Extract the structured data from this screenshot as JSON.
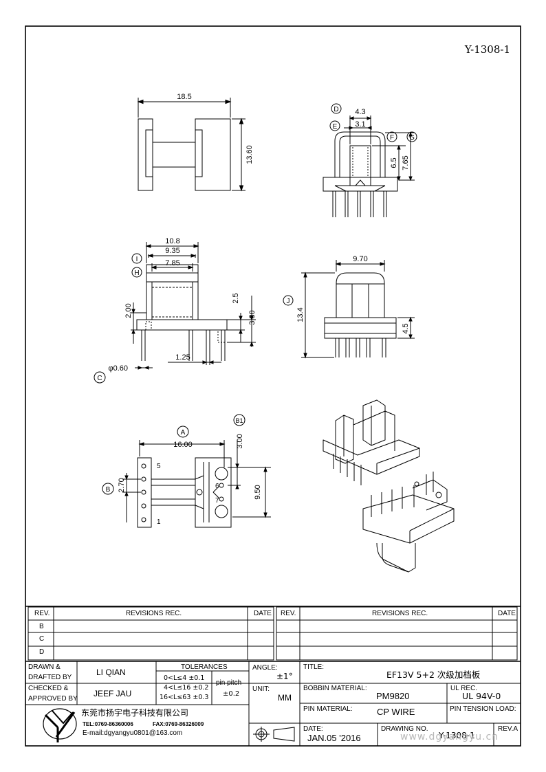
{
  "drawing_id": "Y-1308-1",
  "dims": {
    "top_width": "18.5",
    "top_height": "13.60",
    "side_d": "4.3",
    "side_e": "3.1",
    "side_f": "6.5",
    "side_g": "7.65",
    "front_w1": "10.8",
    "front_w2": "9.35",
    "front_w3": "7.85",
    "front_h1": "2.00",
    "front_h2": "2.5",
    "front_h3": "3.80",
    "front_pitch": "1.25",
    "pin_dia": "φ0.60",
    "end_w": "9.70",
    "end_h": "13.4",
    "end_h2": "4.5",
    "bottom_w": "16.00",
    "bottom_h1": "3.00",
    "bottom_h2": "9.50",
    "bottom_pitch": "2.70",
    "pin5": "5",
    "pin1": "1",
    "pin6": "6",
    "pin7": "7"
  },
  "callouts": {
    "A": "A",
    "B": "B",
    "B1": "B1",
    "C": "C",
    "D": "D",
    "E": "E",
    "F": "F",
    "G": "G",
    "H": "H",
    "I": "I",
    "J": "J"
  },
  "revisions": {
    "rev_header": "REV.",
    "rec_header": "REVISIONS   REC.",
    "date_header": "DATE",
    "rows": [
      "B",
      "C",
      "D"
    ]
  },
  "title_block": {
    "drawn_label_1": "DRAWN &",
    "drawn_label_2": "DRAFTED BY",
    "drawn_name": "LI QIAN",
    "checked_label_1": "CHECKED &",
    "checked_label_2": "APPROVED BY",
    "checked_name": "JEEF JAU",
    "tolerances_title": "TOLERANCES",
    "tol_1": "0<L≤4   ±0.1",
    "tol_2": "4<L≤16  ±0.2",
    "tol_3": "16<L≤63  ±0.3",
    "pin_pitch_label": "pin pitch",
    "pin_pitch_value": "±0.2",
    "angle_label": "ANGLE:",
    "angle_value": "±1°",
    "unit_label": "UNIT:",
    "unit_value": "MM",
    "title_label": "TITLE:",
    "title_value": "EF13V 5+2 次级加档板",
    "bobbin_label": "BOBBIN MATERIAL:",
    "bobbin_value": "PM9820",
    "ul_label": "UL REC.",
    "ul_value": "UL 94V-0",
    "pin_mat_label": "PIN MATERIAL:",
    "pin_mat_value": "CP WIRE",
    "tension_label": "PIN TENSION LOAD:",
    "date_label": "DATE:",
    "date_value": "JAN.05 '2016",
    "dwg_no_label": "DRAWING NO.",
    "dwg_no_value": "Y-1308-1",
    "rev_label": "REV.A",
    "company": "东莞市扬宇电子科技有限公司",
    "tel": "TEL:0769-86360006",
    "fax": "FAX:0769-86326009",
    "email": "E-mail:dgyangyu0801@163.com",
    "logo_text": "YY",
    "watermark": "www.dgyangyu.cn"
  }
}
